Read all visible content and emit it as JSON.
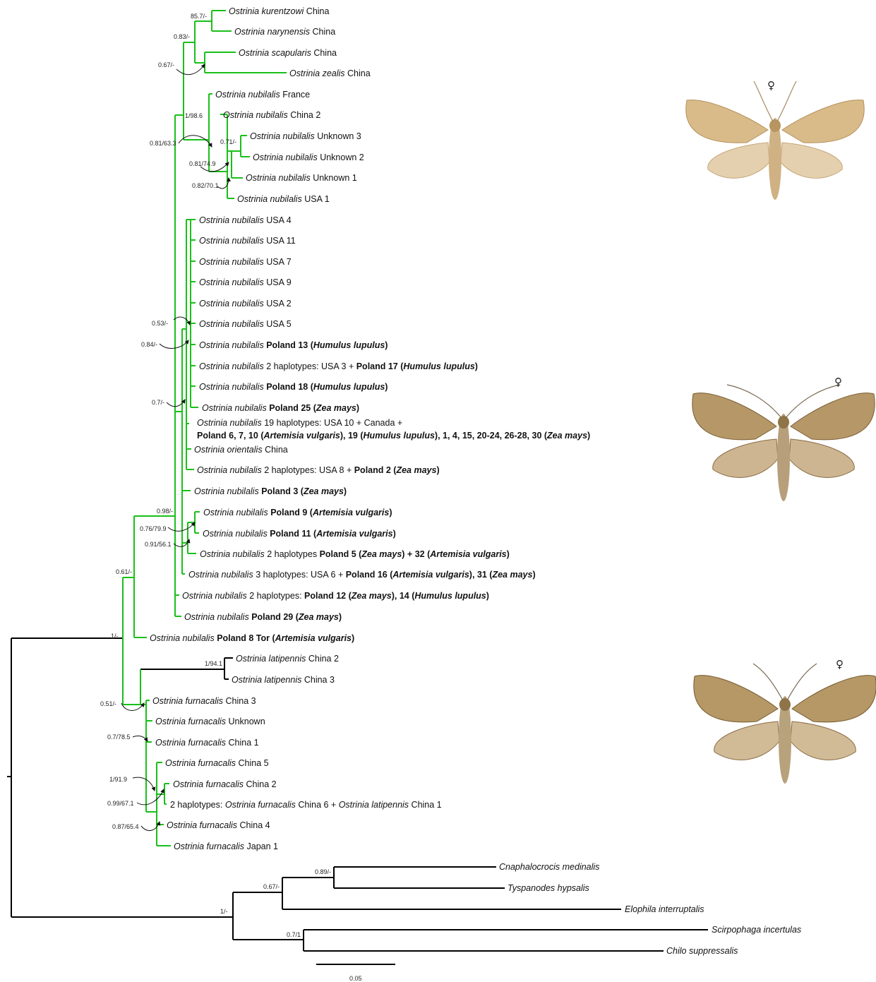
{
  "taxa": {
    "kurentzowi": {
      "genus": "Ostrinia",
      "species": "kurentzowi",
      "loc": "China"
    },
    "narynensis": {
      "genus": "Ostrinia",
      "species": "narynensis",
      "loc": "China"
    },
    "scapularis": {
      "genus": "Ostrinia",
      "species": "scapularis",
      "loc": "China"
    },
    "zealis": {
      "genus": "Ostrinia",
      "species": "zealis",
      "loc": "China"
    },
    "nub_france": {
      "name": "Ostrinia nubilalis",
      "loc": "France"
    },
    "nub_china2": {
      "name": "Ostrinia nubilalis",
      "loc": "China 2"
    },
    "nub_unk3": {
      "name": "Ostrinia nubilalis",
      "loc": "Unknown 3"
    },
    "nub_unk2": {
      "name": "Ostrinia nubilalis",
      "loc": "Unknown 2"
    },
    "nub_unk1": {
      "name": "Ostrinia nubilalis",
      "loc": "Unknown 1"
    },
    "nub_usa1": {
      "name": "Ostrinia nubilalis",
      "loc": "USA 1"
    },
    "nub_usa4": {
      "name": "Ostrinia nubilalis",
      "loc": "USA 4"
    },
    "nub_usa11": {
      "name": "Ostrinia nubilalis",
      "loc": "USA 11"
    },
    "nub_usa7": {
      "name": "Ostrinia nubilalis",
      "loc": "USA 7"
    },
    "nub_usa9": {
      "name": "Ostrinia nubilalis",
      "loc": "USA 9"
    },
    "nub_usa2": {
      "name": "Ostrinia nubilalis",
      "loc": "USA 2"
    },
    "nub_usa5": {
      "name": "Ostrinia nubilalis",
      "loc": "USA 5"
    },
    "pol13": {
      "name": "Ostrinia nubilalis",
      "bold": "Poland 13 (",
      "host": "Humulus lupulus",
      "close": ")"
    },
    "pol17": {
      "name": "Ostrinia nubilalis",
      "text": "2 haplotypes: USA 3 + ",
      "bold": "Poland 17 (",
      "host": "Humulus lupulus",
      "close": ")"
    },
    "pol18": {
      "name": "Ostrinia nubilalis",
      "bold": "Poland 18 (",
      "host": "Humulus lupulus",
      "close": ")"
    },
    "pol25": {
      "name": "Ostrinia nubilalis",
      "bold": "Poland 25 (",
      "host": "Zea mays",
      "close": ")"
    },
    "big19": {
      "name": "Ostrinia nubilalis",
      "text": "19 haplotypes: USA 10 + Canada +",
      "l2a": "Poland 6, 7, 10 (",
      "h1": "Artemisia vulgaris",
      "l2b": "), 19 (",
      "h2": "Humulus lupulus",
      "l2c": "), 1, 4, 15, 20-24, 26-28, 30 (",
      "h3": "Zea mays",
      "l2d": ")"
    },
    "orientalis": {
      "name": "Ostrinia orientalis",
      "loc": "China"
    },
    "pol2": {
      "name": "Ostrinia nubilalis",
      "text": "2 haplotypes: USA 8 + ",
      "bold": "Poland 2 (",
      "host": "Zea mays",
      "close": ")"
    },
    "pol3": {
      "name": "Ostrinia nubilalis",
      "bold": "Poland 3 (",
      "host": "Zea mays",
      "close": ")"
    },
    "pol9": {
      "name": "Ostrinia nubilalis",
      "bold": "Poland 9 (",
      "host": "Artemisia vulgaris",
      "close": ")"
    },
    "pol11": {
      "name": "Ostrinia nubilalis",
      "bold": "Poland 11 (",
      "host": "Artemisia vulgaris",
      "close": ")"
    },
    "pol5": {
      "name": "Ostrinia nubilalis",
      "text": "2 haplotypes ",
      "bold": "Poland 5 (",
      "host": "Zea mays",
      "bold2": ") + 32 (",
      "host2": "Artemisia vulgaris",
      "close": ")"
    },
    "pol16": {
      "name": "Ostrinia nubilalis",
      "text": "3 haplotypes: USA 6 + ",
      "bold": "Poland 16 (",
      "host": "Artemisia vulgaris",
      "bold2": "), 31 (",
      "host2": "Zea mays",
      "close": ")"
    },
    "pol12": {
      "name": "Ostrinia nubilalis",
      "text": "2 haplotypes: ",
      "bold": "Poland 12 (",
      "host": "Zea mays",
      "bold2": "), 14 (",
      "host2": "Humulus lupulus",
      "close": ")"
    },
    "pol29": {
      "name": "Ostrinia nubilalis",
      "bold": "Poland 29 (",
      "host": "Zea mays",
      "close": ")"
    },
    "pol8": {
      "name": "Ostrinia nubilalis",
      "bold": "Poland 8 Tor (",
      "host": "Artemisia vulgaris",
      "close": ")"
    },
    "lat2": {
      "name": "Ostrinia latipennis",
      "loc": "China 2"
    },
    "lat3": {
      "name": "Ostrinia latipennis",
      "loc": "China 3"
    },
    "fur3": {
      "name": "Ostrinia furnacalis",
      "loc": "China 3"
    },
    "furU": {
      "name": "Ostrinia furnacalis",
      "loc": "Unknown"
    },
    "fur1": {
      "name": "Ostrinia furnacalis",
      "loc": "China 1"
    },
    "fur5": {
      "name": "Ostrinia furnacalis",
      "loc": "China 5"
    },
    "fur2": {
      "name": "Ostrinia furnacalis",
      "loc": "China 2"
    },
    "fur6": {
      "pre": "2 haplotypes: ",
      "name": "Ostrinia furnacalis",
      "mid": " China 6 + ",
      "name2": "Ostrinia latipennis",
      "loc": " China 1"
    },
    "fur4": {
      "name": "Ostrinia furnacalis",
      "loc": "China 4"
    },
    "furJ": {
      "name": "Ostrinia furnacalis",
      "loc": "Japan 1"
    },
    "cnaph": {
      "name": "Cnaphalocrocis medinalis"
    },
    "tysp": {
      "name": "Tyspanodes hypsalis"
    },
    "eloph": {
      "name": "Elophila interruptalis"
    },
    "scirp": {
      "name": "Scirpophaga incertulas"
    },
    "chilo": {
      "name": "Chilo suppressalis"
    }
  },
  "support": {
    "s857": "85.7/-",
    "s083": "0.83/-",
    "s067": "0.67/-",
    "s1986": "1/98.6",
    "s0813": "0.81/63.3",
    "s071": "0.71/-",
    "s0819": "0.81/74.9",
    "s0821": "0.82/70.1",
    "s053": "0.53/-",
    "s084": "0.84/-",
    "s07": "0.7/-",
    "s098": "0.98/-",
    "s0767": "0.76/79.9",
    "s0915": "0.91/56.1",
    "s061": "0.61/-",
    "s1": "1/-",
    "s1941": "1/94.1",
    "s051": "0.51/-",
    "s0785": "0.7/78.5",
    "s1919": "1/91.9",
    "s0996": "0.99/67.1",
    "s0876": "0.87/65.4",
    "s089": "0.89/-",
    "s067b": "0.67/-",
    "s1b": "1/-",
    "s071b": "0.7/1"
  },
  "scale": {
    "label": "0.05"
  },
  "specimens": {
    "sex": "♀"
  },
  "colors": {
    "ingroup": "#19c019",
    "outgroup": "#000000"
  }
}
